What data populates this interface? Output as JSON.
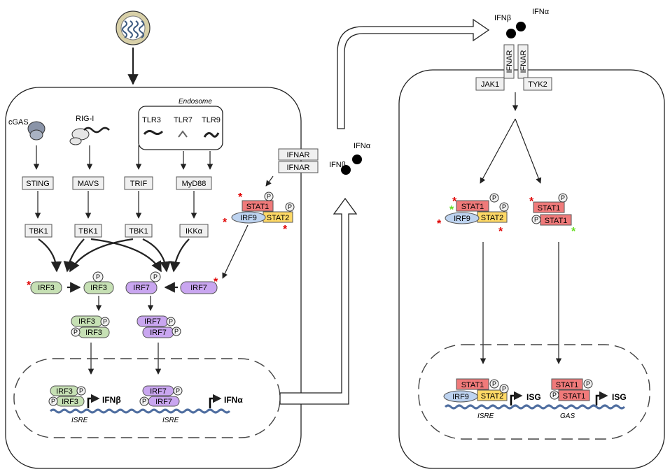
{
  "left_cell": {
    "sensors": {
      "cgas": "cGAS",
      "rigi": "RIG-I",
      "endosome": "Endosome",
      "tlr3": "TLR3",
      "tlr7": "TLR7",
      "tlr9": "TLR9"
    },
    "adaptors": {
      "sting": "STING",
      "mavs": "MAVS",
      "trif": "TRIF",
      "myd88": "MyD88"
    },
    "kinases": {
      "tbk1_a": "TBK1",
      "tbk1_b": "TBK1",
      "tbk1_c": "TBK1",
      "ikka": "IKKα"
    },
    "factors": {
      "irf3": "IRF3",
      "irf3_p": "IRF3",
      "irf3_dimer_top": "IRF3",
      "irf3_dimer_bottom": "IRF3",
      "irf7_p": "IRF7",
      "irf7": "IRF7",
      "irf7_dimer_top": "IRF7",
      "irf7_dimer_bottom": "IRF7"
    },
    "receptor": {
      "ifnar_top": "IFNAR",
      "ifnar_bottom": "IFNAR"
    },
    "isgf3": {
      "stat1": "STAT1",
      "irf9": "IRF9",
      "stat2": "STAT2"
    },
    "nucleus": {
      "irf3_top": "IRF3",
      "irf3_bottom": "IRF3",
      "ifnb_product": "IFNβ",
      "isre_1": "ISRE",
      "irf7_top": "IRF7",
      "irf7_bottom": "IRF7",
      "ifna_product": "IFNα",
      "isre_2": "ISRE"
    },
    "secreted": {
      "ifnb": "IFNβ",
      "ifna": "IFNα"
    }
  },
  "top": {
    "ifnb": "IFNβ",
    "ifna": "IFNα"
  },
  "right_cell": {
    "receptor": {
      "ifnar_left": "IFNAR",
      "ifnar_right": "IFNAR",
      "jak1": "JAK1",
      "tyk2": "TYK2"
    },
    "isgf3": {
      "stat1": "STAT1",
      "irf9": "IRF9",
      "stat2": "STAT2"
    },
    "gaf": {
      "stat1_top": "STAT1",
      "stat1_bottom": "STAT1"
    },
    "nucleus": {
      "stat1": "STAT1",
      "irf9": "IRF9",
      "stat2": "STAT2",
      "isg_1": "ISG",
      "isre": "ISRE",
      "gas_stat1_top": "STAT1",
      "gas_stat1_bottom": "STAT1",
      "isg_2": "ISG",
      "gas": "GAS"
    }
  },
  "phospho_label": "P",
  "colors": {
    "irf3": "#c6e0b4",
    "irf7": "#c9a6f0",
    "stat1": "#f07a7a",
    "irf9": "#bdd3f0",
    "stat2": "#ffd966",
    "dna": "#4f6ea0",
    "star_red": "#e00000",
    "star_green": "#66dd22"
  }
}
